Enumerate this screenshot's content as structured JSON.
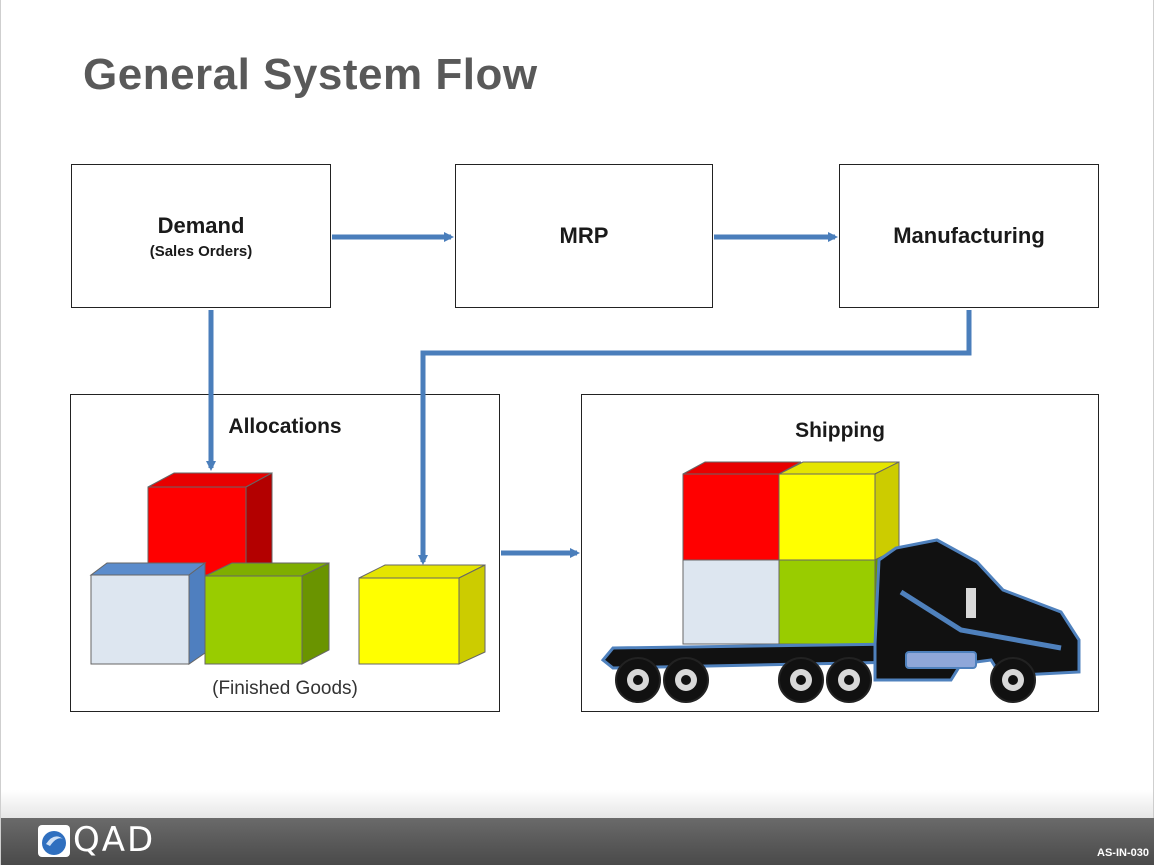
{
  "title": "General System Flow",
  "nodes": {
    "demand": {
      "label": "Demand",
      "sublabel": "(Sales Orders)"
    },
    "mrp": {
      "label": "MRP"
    },
    "manufacturing": {
      "label": "Manufacturing"
    },
    "allocations": {
      "label": "Allocations",
      "caption": "(Finished Goods)"
    },
    "shipping": {
      "label": "Shipping"
    }
  },
  "colors": {
    "arrow": "#4a7ebb",
    "red_box": "#ff0000",
    "yellow_box": "#ffff00",
    "green_box": "#99cc00",
    "light_box": "#dde6f0",
    "truck_body": "#111111",
    "truck_trim": "#4f81bd"
  },
  "footer": {
    "logo_text": "QAD",
    "slide_code": "AS-IN-030"
  }
}
